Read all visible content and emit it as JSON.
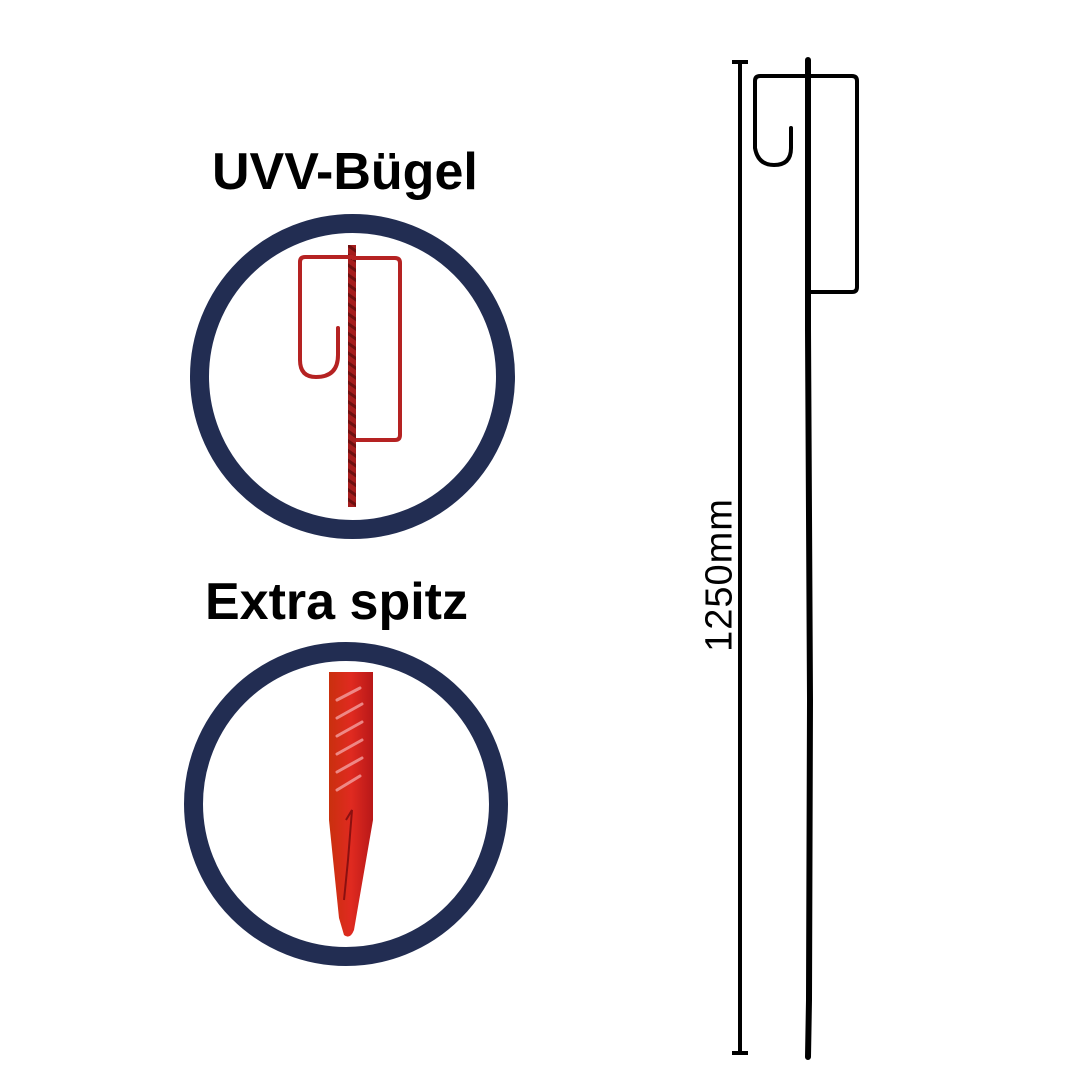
{
  "features": [
    {
      "title": "UVV-Bügel",
      "image": "red-stake-with-hook-bracket",
      "ring_color": "#222d52"
    },
    {
      "title": "Extra spitz",
      "image": "red-stake-pointed-tip",
      "ring_color": "#222d52"
    }
  ],
  "dimension": {
    "label": "1250mm",
    "orientation": "vertical"
  },
  "colors": {
    "ring": "#222d52",
    "stake": "#b52222",
    "line": "#000000"
  }
}
